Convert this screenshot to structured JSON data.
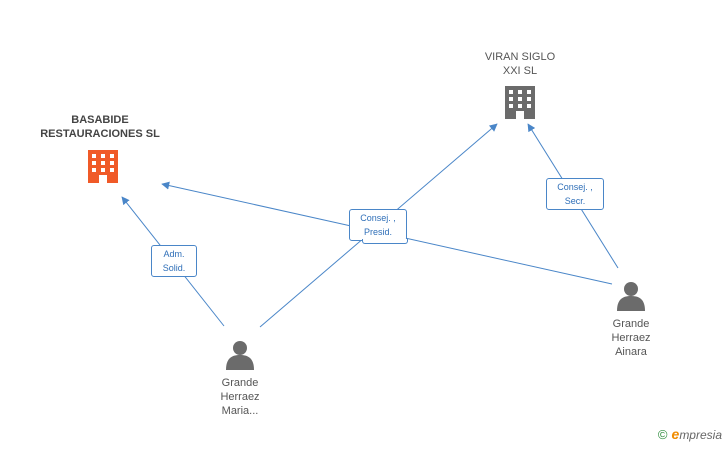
{
  "nodes": {
    "basabide": {
      "label": "BASABIDE\nRESTAURACIONES SL",
      "icon": "building-icon",
      "color": "#f05a28"
    },
    "viran": {
      "label": "VIRAN SIGLO\nXXI SL",
      "icon": "building-icon",
      "color": "#6b6b6b"
    },
    "maria": {
      "label": "Grande\nHerraez\nMaria...",
      "icon": "person-icon",
      "color": "#6b6b6b"
    },
    "ainara": {
      "label": "Grande\nHerraez\nAinara",
      "icon": "person-icon",
      "color": "#6b6b6b"
    }
  },
  "edges": {
    "maria_basabide": "Adm.\nSolid.",
    "maria_viran": "Consej. ,\nPresid.",
    "ainara_viran": "Consej. ,\nSecr."
  },
  "colors": {
    "edge": "#4a86c8"
  },
  "brand": {
    "copyright": "©",
    "e": "e",
    "rest": "mpresia"
  }
}
